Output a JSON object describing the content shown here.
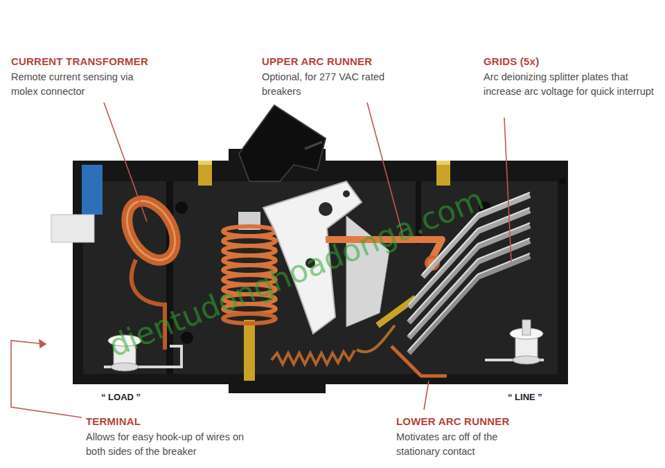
{
  "diagram": {
    "labels": [
      "CURRENT TRANSFORMER",
      "Remote current sensing via molex connector",
      "UPPER ARC RUNNER",
      "Optional, for 277 VAC rated breakers",
      "GRIDS (5x)",
      "Arc deionizing splitter plates that increase arc voltage for quick interrupt",
      "“ LOAD ”",
      "“ LINE ”",
      "TERMINAL",
      "Allows for easy hook-up of wires on both sides of the breaker",
      "LOWER ARC RUNNER",
      "Motivates arc off of the stationary contact",
      "dientudonghoadonga.com"
    ]
  }
}
